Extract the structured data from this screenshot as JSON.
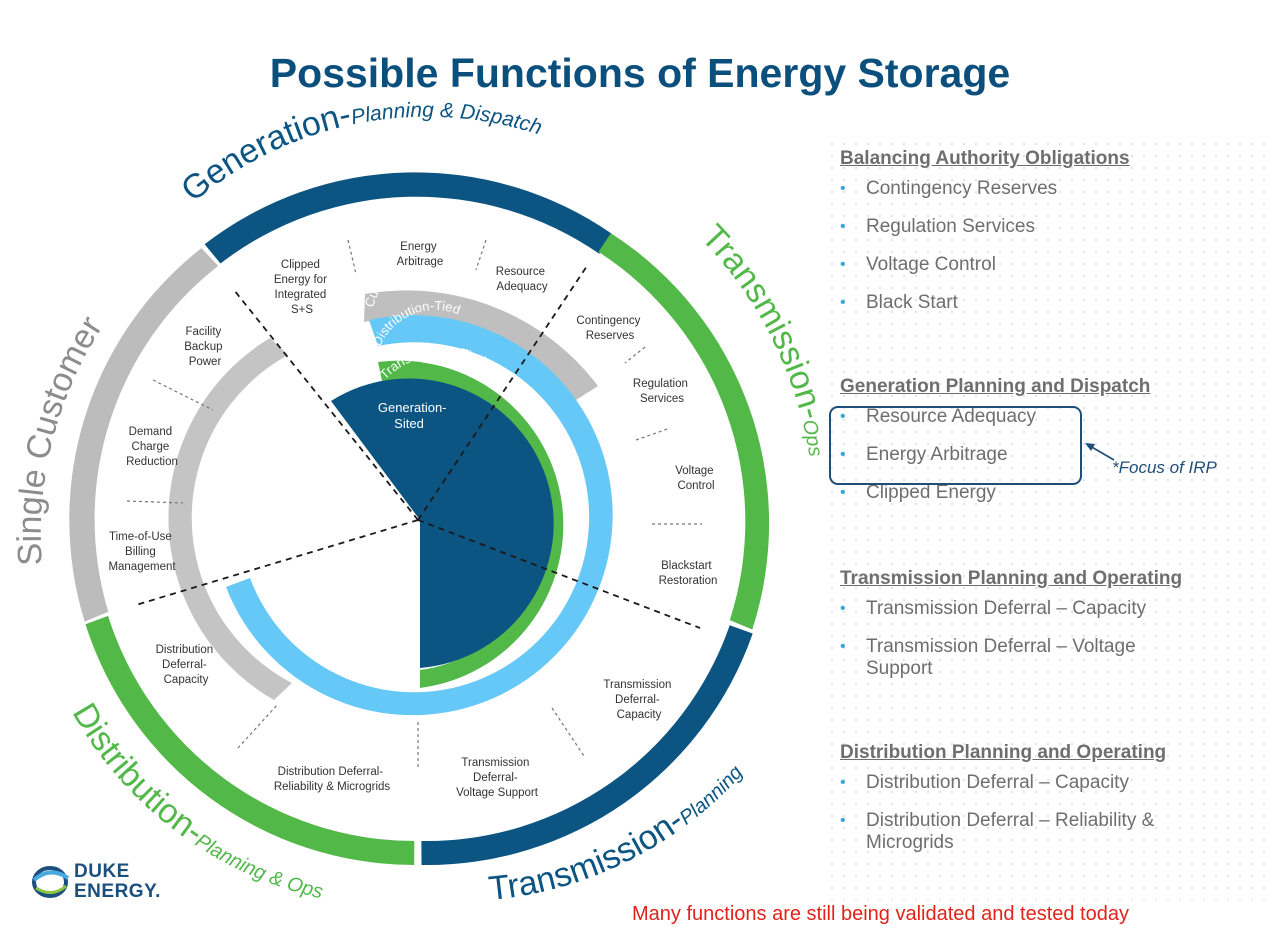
{
  "title": "Possible Functions of Energy Storage",
  "ring_labels": {
    "generation_main": "Generation-",
    "generation_sub": "Planning & Dispatch",
    "transmission_ops_main": "Transmission-",
    "transmission_ops_sub": "Ops",
    "transmission_planning_main": "Transmission-",
    "transmission_planning_sub": "Planning",
    "distribution_main": "Distribution-",
    "distribution_sub": "Planning & Ops",
    "single_customer": "Single Customer"
  },
  "inner_rings": {
    "customer_sited": "Customer-Sited ( No Utility Control)",
    "distribution_tied": "Distribution-Tied",
    "transmission_tied": "Transmission-Tied",
    "generation_sited": [
      "Generation-",
      "Sited"
    ]
  },
  "functions": {
    "clipped_energy": [
      "Clipped",
      "Energy for",
      "Integrated",
      "S+S"
    ],
    "energy_arbitrage": [
      "Energy",
      "Arbitrage"
    ],
    "resource_adequacy": [
      "Resource",
      "Adequacy"
    ],
    "contingency_reserves": [
      "Contingency",
      "Reserves"
    ],
    "regulation_services": [
      "Regulation",
      "Services"
    ],
    "voltage_control": [
      "Voltage",
      "Control"
    ],
    "blackstart_restoration": [
      "Blackstart",
      "Restoration"
    ],
    "transmission_deferral_capacity": [
      "Transmission",
      "Deferral-",
      "Capacity"
    ],
    "transmission_deferral_voltage": [
      "Transmission",
      "Deferral-",
      "Voltage Support"
    ],
    "distribution_deferral_reliability": [
      "Distribution Deferral-",
      "Reliability & Microgrids"
    ],
    "distribution_deferral_capacity": [
      "Distribution",
      "Deferral-",
      "Capacity"
    ],
    "tou_billing": [
      "Time-of-Use",
      "Billing",
      "Management"
    ],
    "demand_charge": [
      "Demand",
      "Charge",
      "Reduction"
    ],
    "facility_backup": [
      "Facility",
      "Backup",
      "Power"
    ]
  },
  "sections": [
    {
      "title": "Balancing Authority Obligations",
      "items": [
        "Contingency Reserves",
        "Regulation Services",
        "Voltage Control",
        "Black Start"
      ]
    },
    {
      "title": "Generation Planning and Dispatch",
      "items": [
        "Resource Adequacy",
        "Energy Arbitrage",
        "Clipped Energy"
      ]
    },
    {
      "title": "Transmission Planning and Operating",
      "items": [
        "Transmission Deferral – Capacity",
        "Transmission Deferral – Voltage Support"
      ]
    },
    {
      "title": "Distribution Planning and Operating",
      "items": [
        "Distribution Deferral – Capacity",
        "Distribution Deferral – Reliability & Microgrids"
      ]
    }
  ],
  "irp_note": "*Focus of IRP",
  "footer_note": "Many functions are still being validated and tested today",
  "logo": {
    "line1": "DUKE",
    "line2": "ENERGY."
  },
  "colors": {
    "navy": "#0c5582",
    "green": "#52b848",
    "gray": "#bcbcbc",
    "lightblue": "#66c8f6",
    "title": "#0b4f7c",
    "red": "#e2231a",
    "bullet": "#3aa7d8"
  }
}
